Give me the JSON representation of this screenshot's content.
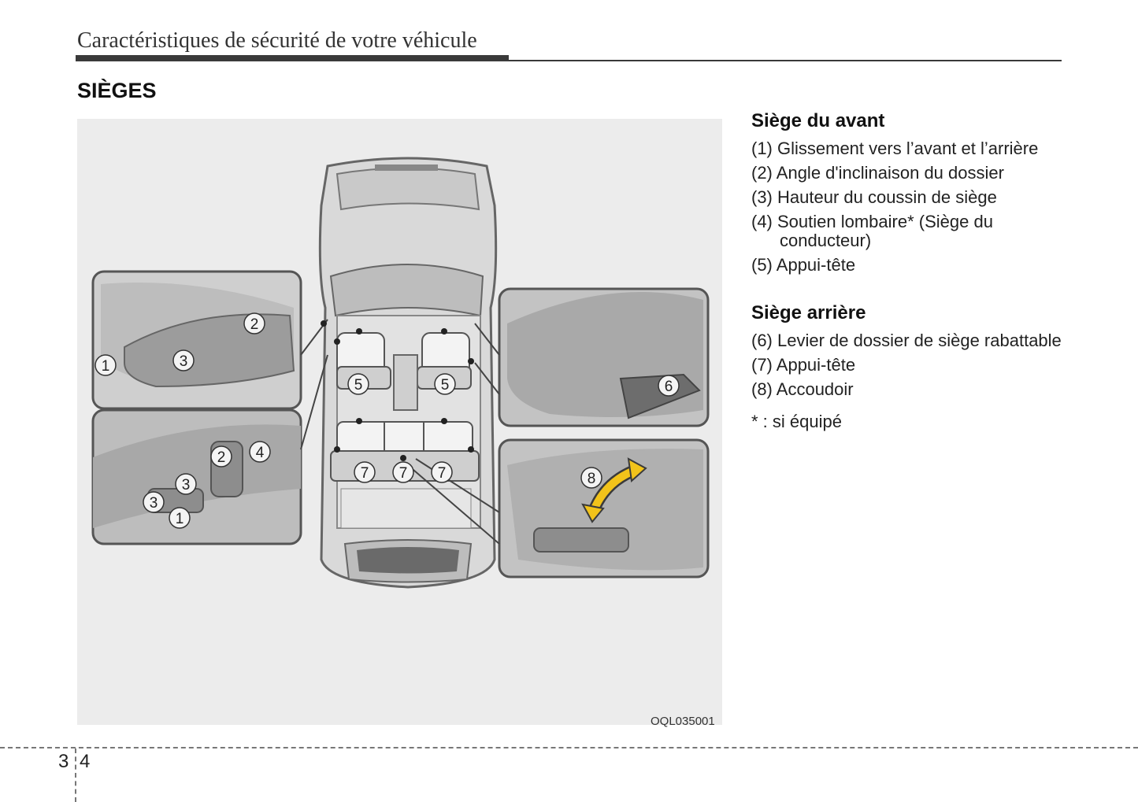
{
  "header": {
    "title": "Caractéristiques de sécurité de votre véhicule"
  },
  "section": {
    "title": "SIÈGES"
  },
  "figure": {
    "code": "OQL035001",
    "callouts": {
      "c1a": "1",
      "c2a": "2",
      "c3a": "3",
      "c2b": "2",
      "c4b": "4",
      "c3b": "3",
      "c3c": "3",
      "c1b": "1",
      "c5a": "5",
      "c5b": "5",
      "c7a": "7",
      "c7b": "7",
      "c7c": "7",
      "c6": "6",
      "c8": "8"
    }
  },
  "front": {
    "title": "Siège du avant",
    "items": [
      "(1) Glissement vers l’avant et l’arrière",
      "(2) Angle d'inclinaison du dossier",
      "(3) Hauteur du coussin de siège",
      "(4) Soutien lombaire* (Siège du conducteur)",
      "(5) Appui-tête"
    ]
  },
  "rear": {
    "title": "Siège arrière",
    "items": [
      "(6) Levier de dossier de siège rabattable",
      "(7) Appui-tête",
      "(8) Accoudoir"
    ]
  },
  "note": "* : si équipé",
  "page": {
    "left": "3",
    "right": "4"
  },
  "colors": {
    "figure_bg": "#ececec",
    "arrow": "#f2c31a",
    "rule": "#3a3a3a"
  }
}
